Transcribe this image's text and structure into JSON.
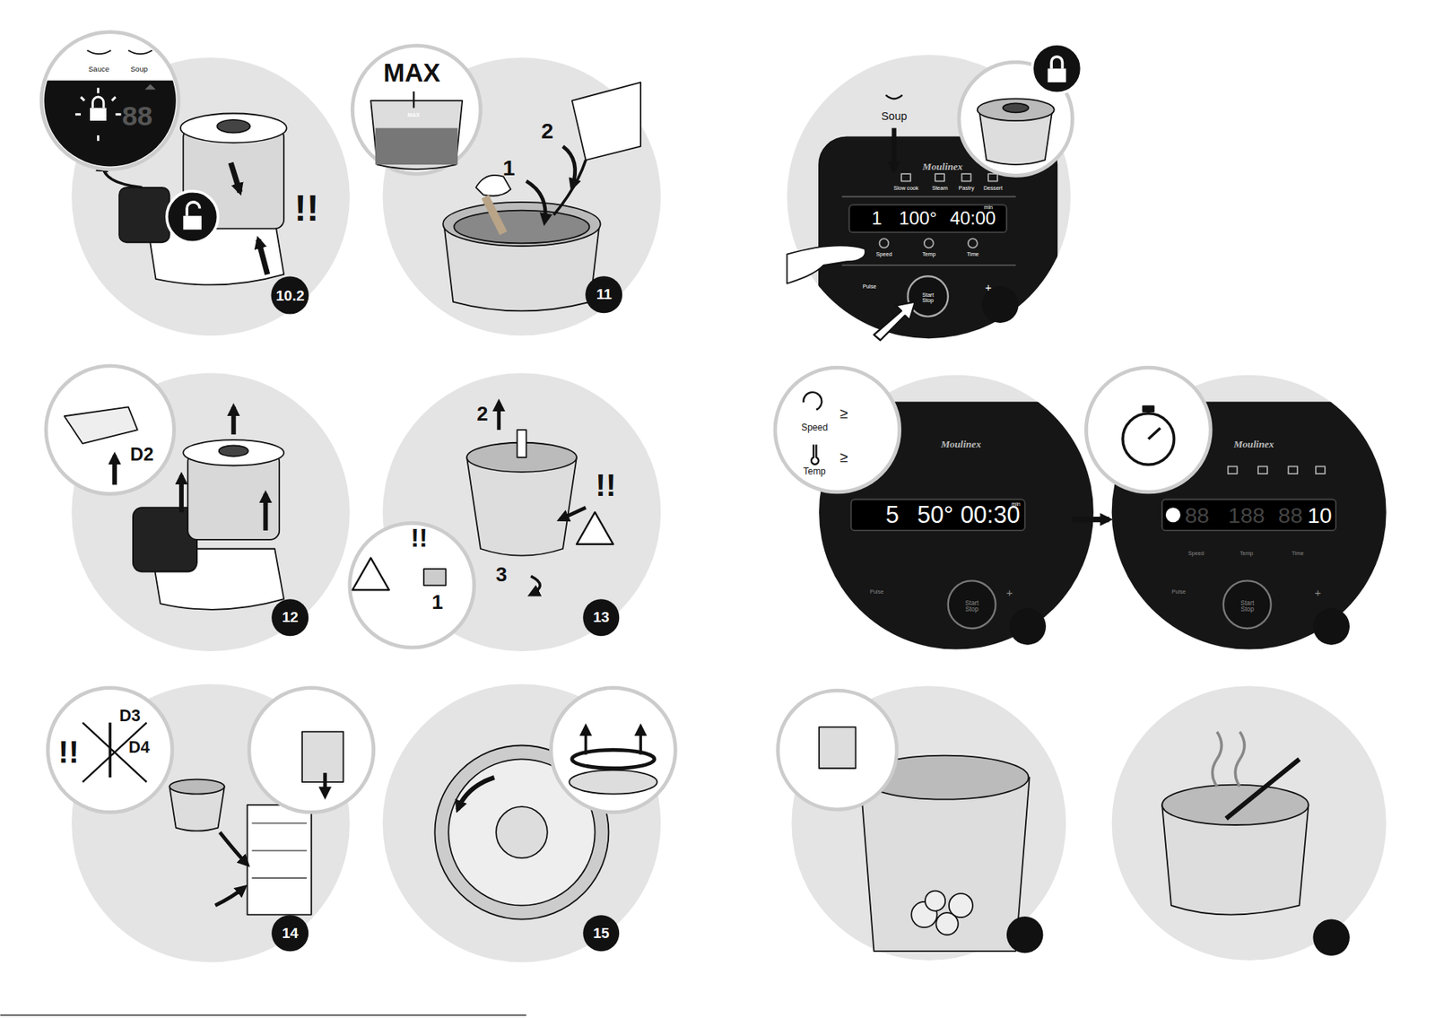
{
  "diagram": {
    "nodes": [
      {
        "text": [
          "10.2"
        ]
      },
      {
        "text": [
          "11"
        ]
      },
      {
        "text": [
          "12"
        ]
      },
      {
        "text": [
          "13"
        ]
      },
      {
        "text": [
          "14"
        ]
      },
      {
        "text": [
          "15"
        ]
      }
    ],
    "labels": [
      "Sauce",
      "Soup",
      "88",
      "!!",
      "MAX",
      "MAX",
      "1",
      "2",
      "D2",
      "2",
      "!!",
      "!!",
      "1",
      "3",
      "!!",
      "D3",
      "D4",
      "Soup",
      "Moulinex",
      "Slow cook",
      "Steam",
      "Pastry",
      "Dessert",
      "1",
      "100°",
      "40:00",
      "min",
      "Speed",
      "Temp",
      "Time",
      "Pulse",
      "Start Stop",
      "+",
      "Speed",
      "≥",
      "Temp",
      "≥",
      "Moulinex",
      "5",
      "50°",
      "00:30",
      "min",
      "Pulse",
      "Start Stop",
      "+",
      "Moulinex",
      "88",
      "188",
      "88",
      "10",
      "Speed",
      "Temp",
      "Time",
      "Pulse",
      "Start Stop",
      "+"
    ]
  }
}
